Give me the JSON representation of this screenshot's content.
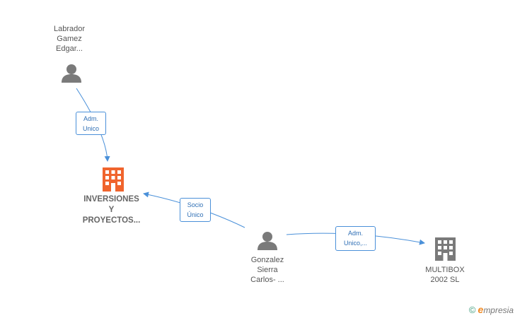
{
  "nodes": {
    "labrador": {
      "lines": [
        "Labrador",
        "Gamez",
        "Edgar..."
      ],
      "kind": "person"
    },
    "inversiones": {
      "lines": [
        "INVERSIONES",
        "Y",
        "PROYECTOS..."
      ],
      "kind": "company-main"
    },
    "gonzalez": {
      "lines": [
        "Gonzalez",
        "Sierra",
        "Carlos- ..."
      ],
      "kind": "person"
    },
    "multibox": {
      "lines": [
        "MULTIBOX",
        "2002  SL"
      ],
      "kind": "company"
    }
  },
  "edges": {
    "adm_unico_1": {
      "lines": [
        "Adm.",
        "Unico"
      ]
    },
    "socio_unico": {
      "lines": [
        "Socio",
        "Único"
      ]
    },
    "adm_unico_2": {
      "lines": [
        "Adm.",
        "Unico,..."
      ]
    }
  },
  "colors": {
    "person_icon": "#7a7a7a",
    "company_main": "#f0642d",
    "company": "#7a7a7a",
    "edge": "#4a90d9"
  },
  "icons": {
    "person": "person-icon",
    "company": "building-icon",
    "brand": "copyright-icon"
  },
  "brand": {
    "copyright": "©",
    "e": "e",
    "rest": "mpresia"
  }
}
